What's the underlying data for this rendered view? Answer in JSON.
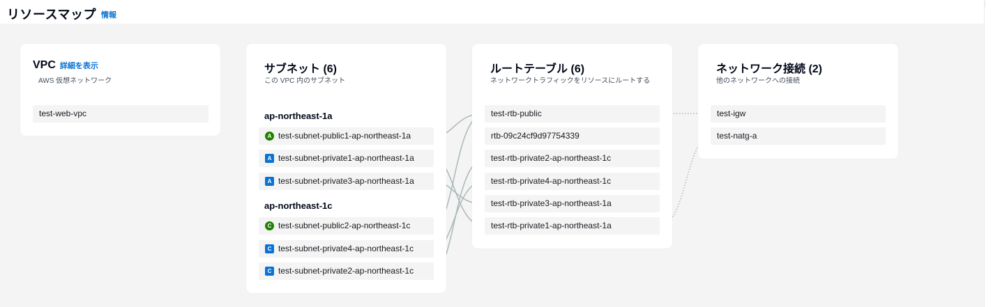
{
  "header": {
    "title": "リソースマップ",
    "info_link": "情報"
  },
  "vpc": {
    "title": "VPC",
    "detail_link": "詳細を表示",
    "subtitle": "AWS 仮想ネットワーク",
    "items": [
      "test-web-vpc"
    ]
  },
  "subnets": {
    "title": "サブネット (6)",
    "subtitle": "この VPC 内のサブネット",
    "groups": [
      {
        "label": "ap-northeast-1a",
        "items": [
          {
            "badge": "A",
            "kind": "public",
            "name": "test-subnet-public1-ap-northeast-1a"
          },
          {
            "badge": "A",
            "kind": "private",
            "name": "test-subnet-private1-ap-northeast-1a"
          },
          {
            "badge": "A",
            "kind": "private",
            "name": "test-subnet-private3-ap-northeast-1a"
          }
        ]
      },
      {
        "label": "ap-northeast-1c",
        "items": [
          {
            "badge": "C",
            "kind": "public",
            "name": "test-subnet-public2-ap-northeast-1c"
          },
          {
            "badge": "C",
            "kind": "private",
            "name": "test-subnet-private4-ap-northeast-1c"
          },
          {
            "badge": "C",
            "kind": "private",
            "name": "test-subnet-private2-ap-northeast-1c"
          }
        ]
      }
    ]
  },
  "route_tables": {
    "title": "ルートテーブル (6)",
    "subtitle": "ネットワークトラフィックをリソースにルートする",
    "items": [
      "test-rtb-public",
      "rtb-09c24cf9d97754339",
      "test-rtb-private2-ap-northeast-1c",
      "test-rtb-private4-ap-northeast-1c",
      "test-rtb-private3-ap-northeast-1a",
      "test-rtb-private1-ap-northeast-1a"
    ]
  },
  "network_connections": {
    "title": "ネットワーク接続 (2)",
    "subtitle": "他のネットワークへの接続",
    "items": [
      "test-igw",
      "test-natg-a"
    ]
  },
  "colors": {
    "public_badge": "#1d8102",
    "private_badge": "#0972d3",
    "link": "#0972d3",
    "connector": "#aab7b8"
  }
}
